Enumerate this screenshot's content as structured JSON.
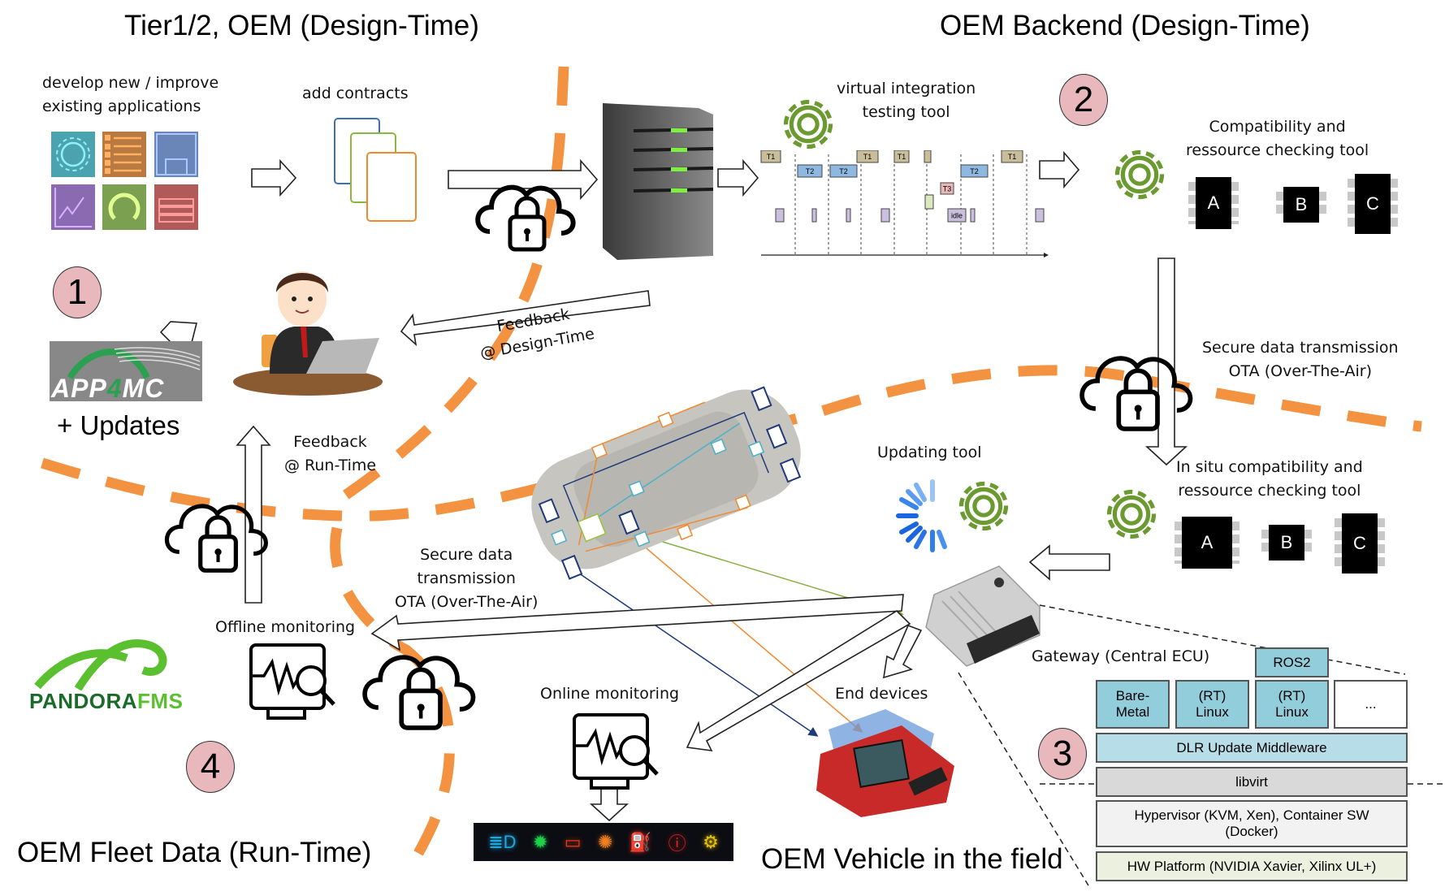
{
  "sections": {
    "design_time_tier": "Tier1/2, OEM (Design-Time)",
    "backend": "OEM Backend (Design-Time)",
    "fleet": "OEM Fleet Data (Run-Time)",
    "vehicle": "OEM Vehicle in the field"
  },
  "step_numbers": [
    "1",
    "2",
    "3",
    "4"
  ],
  "labels": {
    "develop": "develop new / improve\nexisting applications",
    "contracts": "add contracts",
    "virtual_integration": "virtual integration\ntesting tool",
    "compatibility": "Compatibility and\nressource checking tool",
    "secure_ota_right": "Secure data transmission\nOTA (Over-The-Air)",
    "in_situ": "In situ compatibility and\nressource checking tool",
    "updating_tool": "Updating tool",
    "feedback_design": "Feedback\n@ Design-Time",
    "feedback_runtime": "Feedback\n@ Run-Time",
    "secure_ota_center": "Secure data\ntransmission\nOTA (Over-The-Air)",
    "offline_monitoring": "Offline monitoring",
    "online_monitoring": "Online monitoring",
    "end_devices": "End devices",
    "gateway": "Gateway (Central ECU)",
    "updates": "+ Updates"
  },
  "logos": {
    "app4mc": {
      "part1": "APP",
      "part2": "4",
      "part3": "MC"
    },
    "pandora": {
      "part1": "PANDORA",
      "part2": "FMS"
    }
  },
  "chips": [
    "A",
    "B",
    "C"
  ],
  "timing_diagram": {
    "tasks": [
      {
        "row": 0,
        "label": "T1"
      },
      {
        "row": 0,
        "label": "T1"
      },
      {
        "row": 0,
        "label": "T1"
      },
      {
        "row": 0,
        "label": ""
      },
      {
        "row": 0,
        "label": "T1"
      },
      {
        "row": 1,
        "label": "T2"
      },
      {
        "row": 1,
        "label": "T2"
      },
      {
        "row": 1,
        "label": "T2"
      },
      {
        "row": 2,
        "label": "T3"
      },
      {
        "row": 3,
        "label": ""
      },
      {
        "row": 4,
        "label": "idle"
      }
    ]
  },
  "software_stack": {
    "top": "ROS2",
    "guests": [
      "Bare-\nMetal",
      "(RT)\nLinux",
      "(RT)\nLinux",
      "..."
    ],
    "middleware": "DLR Update Middleware",
    "libvirt": "libvirt",
    "hypervisor": "Hypervisor (KVM, Xen), Container SW\n(Docker)",
    "hardware": "HW Platform (NVIDIA Xavier, Xilinx UL+)"
  },
  "dashboard_icons": [
    {
      "name": "headlight-icon",
      "glyph": "≣D",
      "color": "#1fa8e0"
    },
    {
      "name": "parking-light-icon",
      "glyph": "✹",
      "color": "#1fd04a"
    },
    {
      "name": "battery-icon",
      "glyph": "▭",
      "color": "#e83a1a"
    },
    {
      "name": "bulb-warning-icon",
      "glyph": "✺",
      "color": "#f08020"
    },
    {
      "name": "oil-pressure-icon",
      "glyph": "⛽",
      "color": "#e82a1a"
    },
    {
      "name": "brake-warning-icon",
      "glyph": "ⓘ",
      "color": "#e82020"
    },
    {
      "name": "engine-check-icon",
      "glyph": "⚙",
      "color": "#e8c010"
    }
  ],
  "colors": {
    "accent_orange": "#f39240",
    "gear_green": "#6a9a30",
    "step_circle": "#e8b8bc",
    "stack_blue": "#92cddc",
    "middleware_blue": "#b7dde8",
    "libvirt_gray": "#d9d9d9",
    "hyper_gray": "#f2f2f2",
    "hw_green": "#ebf1de"
  }
}
